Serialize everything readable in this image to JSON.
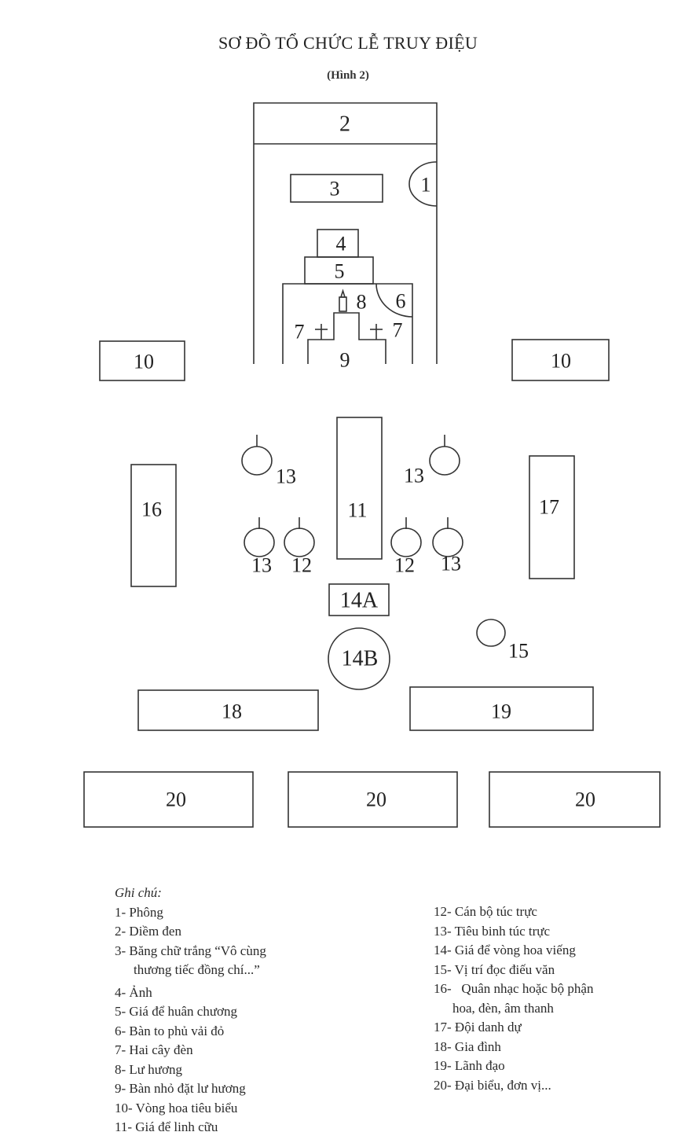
{
  "header": {
    "title": "SƠ ĐỒ TỔ CHỨC LỄ TRUY ĐIỆU",
    "subtitle": "(Hình 2)"
  },
  "diagram": {
    "labels": {
      "l1": "1",
      "l2": "2",
      "l3": "3",
      "l4": "4",
      "l5": "5",
      "l6": "6",
      "l7a": "7",
      "l7b": "7",
      "l8": "8",
      "l9": "9",
      "l10a": "10",
      "l10b": "10",
      "l11": "11",
      "l12a": "12",
      "l12b": "12",
      "l13a": "13",
      "l13b": "13",
      "l13c": "13",
      "l13d": "13",
      "l14a": "14A",
      "l14b": "14B",
      "l15": "15",
      "l16": "16",
      "l17": "17",
      "l18": "18",
      "l19": "19",
      "l20a": "20",
      "l20b": "20",
      "l20c": "20"
    },
    "icons": {
      "candle": "incense-burner-icon",
      "cross": "lamp-icon",
      "person": "guard-icon"
    }
  },
  "legend": {
    "heading": "Ghi chú:",
    "left": [
      {
        "text": "1- Phông"
      },
      {
        "text": "2- Diềm đen"
      },
      {
        "text": "3- Băng chữ trắng “Vô cùng",
        "cont": "thương tiếc đồng chí...”"
      },
      {
        "text": "4- Ảnh"
      },
      {
        "text": "5- Giá để huân chương"
      },
      {
        "text": "6- Bàn to phủ vải đỏ"
      },
      {
        "text": "7- Hai cây đèn"
      },
      {
        "text": "8- Lư hương"
      },
      {
        "text": "9- Bàn nhỏ đặt lư hương"
      },
      {
        "text": "10- Vòng hoa tiêu biểu"
      },
      {
        "text": "11- Giá để linh cữu"
      }
    ],
    "right": [
      {
        "text": "12- Cán bộ túc trực"
      },
      {
        "text": "13- Tiêu binh túc trực"
      },
      {
        "text": "14- Giá để vòng hoa viếng"
      },
      {
        "text": "15- Vị trí đọc điếu văn"
      },
      {
        "text": "16-   Quân nhạc hoặc bộ phận",
        "cont": "hoa, đèn, âm thanh"
      },
      {
        "text": "17- Đội danh dự"
      },
      {
        "text": "18- Gia đình"
      },
      {
        "text": "19- Lãnh đạo"
      },
      {
        "text": "20- Đại biểu, đơn vị..."
      }
    ]
  }
}
